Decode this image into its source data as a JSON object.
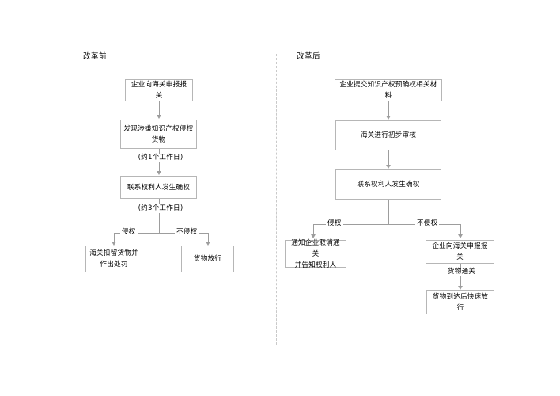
{
  "diagram": {
    "title_left": "改革前",
    "title_right": "改革后",
    "panels": {
      "before": {
        "header": "改革前",
        "nodes": [
          {
            "id": "b1",
            "label": "企业向海关申报报关"
          },
          {
            "id": "b2",
            "label": "发现涉嫌知识产权侵权\n货物"
          },
          {
            "id": "b3",
            "label": "联系权利人发生确权"
          },
          {
            "id": "b4",
            "label": "海关扣留货物并\n作出处罚"
          },
          {
            "id": "b5",
            "label": "货物放行"
          }
        ],
        "edge_labels": [
          {
            "id": "bl1",
            "label": "(约1个工作日)"
          },
          {
            "id": "bl2",
            "label": "(约3个工作日)"
          },
          {
            "id": "bl3",
            "label": "侵权"
          },
          {
            "id": "bl4",
            "label": "不侵权"
          }
        ]
      },
      "after": {
        "header": "改革后",
        "nodes": [
          {
            "id": "a1",
            "label": "企业提交知识产权预确权相关材料"
          },
          {
            "id": "a2",
            "label": "海关进行初步审核"
          },
          {
            "id": "a3",
            "label": "联系权利人发生确权"
          },
          {
            "id": "a4",
            "label": "通知企业取消通关\n并告知权利人"
          },
          {
            "id": "a5",
            "label": "企业向海关申报报关"
          },
          {
            "id": "a6",
            "label": "货物到达后快速放行"
          }
        ],
        "edge_labels": [
          {
            "id": "al1",
            "label": "侵权"
          },
          {
            "id": "al2",
            "label": "不侵权"
          },
          {
            "id": "al3",
            "label": "货物通关"
          }
        ]
      }
    },
    "colors": {
      "box_border": "#b6b6b6",
      "connector": "#9d9d9d",
      "divider": "#c9c9c9",
      "background": "#ffffff",
      "text": "#000000"
    }
  }
}
